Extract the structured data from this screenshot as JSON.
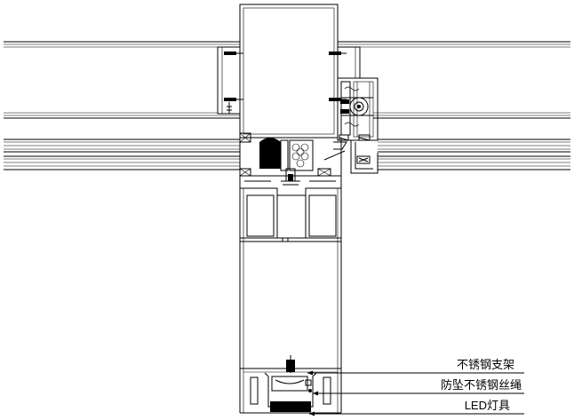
{
  "diagram": {
    "type": "curtain wall mullion cross-section (technical drawing)",
    "annotations": [
      {
        "id": "bracket",
        "text": "不锈钢支架"
      },
      {
        "id": "rope",
        "text": "防坠不锈钢丝绳"
      },
      {
        "id": "led",
        "text": "LED灯具"
      }
    ]
  }
}
